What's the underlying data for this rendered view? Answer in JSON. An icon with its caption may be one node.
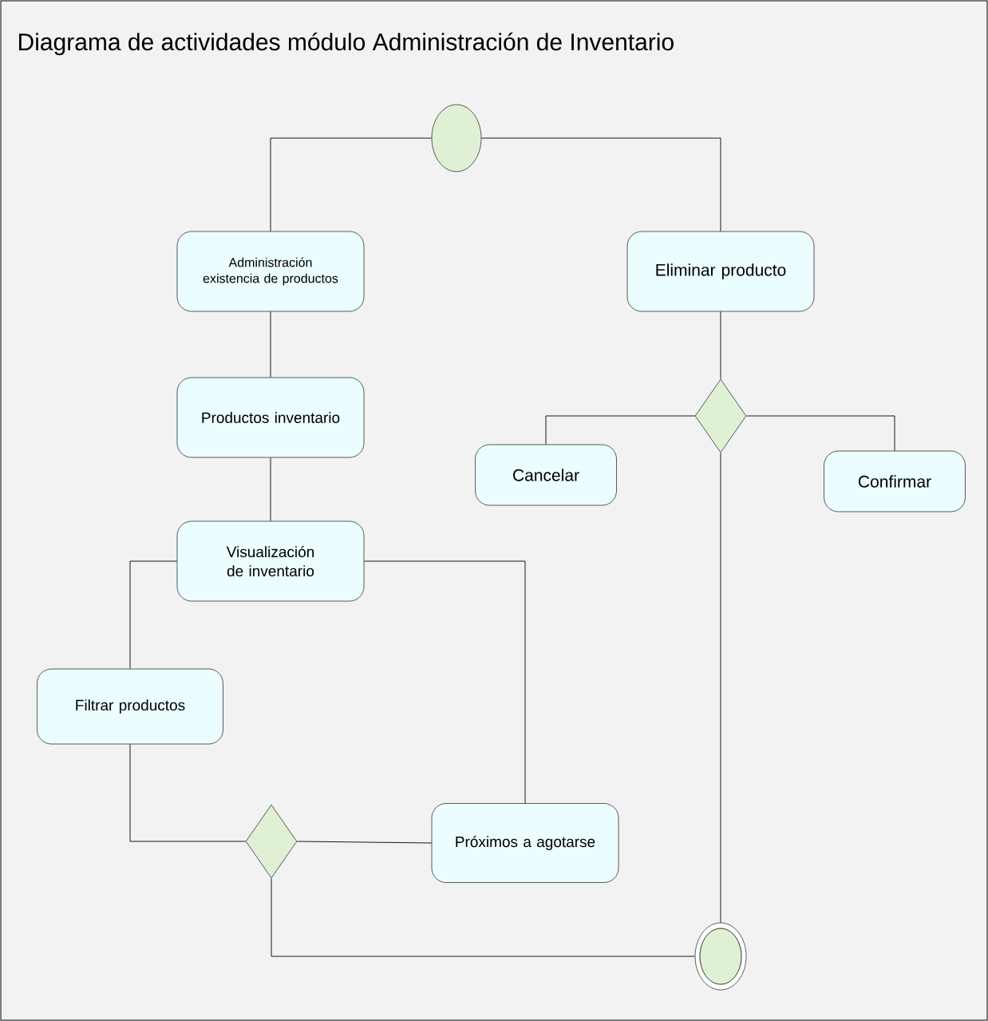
{
  "diagram": {
    "title": "Diagrama de actividades módulo Administración de Inventario",
    "nodes": [
      {
        "text": [],
        "shape": "circle"
      },
      {
        "text": [
          "Administración existencia de productos"
        ]
      },
      {
        "text": [
          "Eliminar producto"
        ]
      },
      {
        "text": [
          "Productos inventario"
        ]
      },
      {
        "text": [],
        "shape": "diamond"
      },
      {
        "text": [
          "Cancelar"
        ]
      },
      {
        "text": [
          "Confirmar"
        ]
      },
      {
        "text": [
          "Visualización de inventario"
        ]
      },
      {
        "text": [
          "Filtrar productos"
        ]
      },
      {
        "text": [
          "Próximos a agotarse"
        ]
      },
      {
        "text": [],
        "shape": "diamond"
      },
      {
        "text": [],
        "shape": "circle"
      }
    ],
    "edges": [
      {
        "from": 0,
        "to": 1,
        "arrow": "none"
      },
      {
        "from": 0,
        "to": 2,
        "arrow": "none"
      },
      {
        "from": 1,
        "to": 3,
        "arrow": "none"
      },
      {
        "from": 2,
        "to": 4,
        "arrow": "none"
      },
      {
        "from": 4,
        "to": 5,
        "arrow": "none"
      },
      {
        "from": 4,
        "to": 6,
        "arrow": "none"
      },
      {
        "from": 4,
        "to": 11,
        "arrow": "none"
      },
      {
        "from": 3,
        "to": 7,
        "arrow": "none"
      },
      {
        "from": 7,
        "to": 8,
        "arrow": "none"
      },
      {
        "from": 7,
        "to": 9,
        "arrow": "none"
      },
      {
        "from": 8,
        "to": 10,
        "arrow": "none"
      },
      {
        "from": 9,
        "to": 10,
        "arrow": "none"
      },
      {
        "from": 10,
        "to": 11,
        "arrow": "none"
      }
    ]
  }
}
